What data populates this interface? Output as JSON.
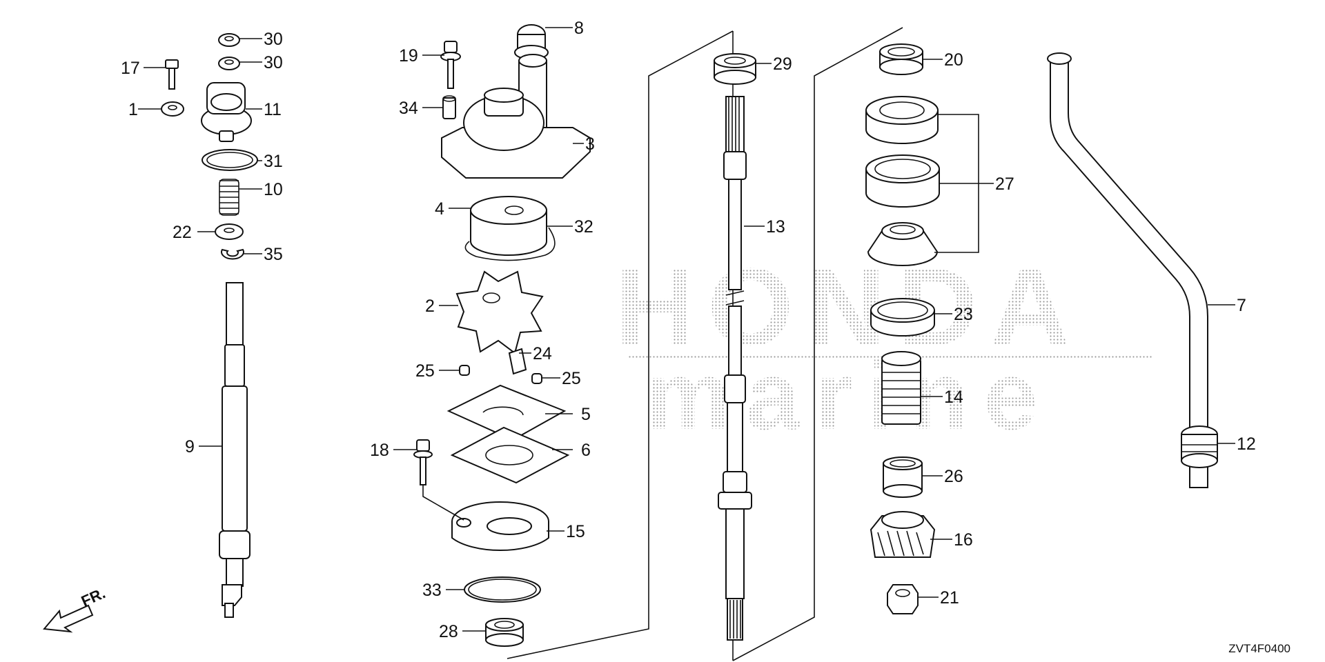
{
  "watermark": {
    "line1": "HONDA",
    "line2": "marine"
  },
  "diagram_code": "ZVT4F0400",
  "direction_label": "FR.",
  "callouts": [
    {
      "id": "c30a",
      "text": "30"
    },
    {
      "id": "c30b",
      "text": "30"
    },
    {
      "id": "c17",
      "text": "17"
    },
    {
      "id": "c1",
      "text": "1"
    },
    {
      "id": "c11",
      "text": "11"
    },
    {
      "id": "c31",
      "text": "31"
    },
    {
      "id": "c10",
      "text": "10"
    },
    {
      "id": "c22",
      "text": "22"
    },
    {
      "id": "c35",
      "text": "35"
    },
    {
      "id": "c9",
      "text": "9"
    },
    {
      "id": "c19",
      "text": "19"
    },
    {
      "id": "c8",
      "text": "8"
    },
    {
      "id": "c34",
      "text": "34"
    },
    {
      "id": "c3",
      "text": "3"
    },
    {
      "id": "c4",
      "text": "4"
    },
    {
      "id": "c32",
      "text": "32"
    },
    {
      "id": "c2",
      "text": "2"
    },
    {
      "id": "c24",
      "text": "24"
    },
    {
      "id": "c25a",
      "text": "25"
    },
    {
      "id": "c25b",
      "text": "25"
    },
    {
      "id": "c5",
      "text": "5"
    },
    {
      "id": "c18",
      "text": "18"
    },
    {
      "id": "c6",
      "text": "6"
    },
    {
      "id": "c15",
      "text": "15"
    },
    {
      "id": "c33",
      "text": "33"
    },
    {
      "id": "c28",
      "text": "28"
    },
    {
      "id": "c29",
      "text": "29"
    },
    {
      "id": "c13",
      "text": "13"
    },
    {
      "id": "c20",
      "text": "20"
    },
    {
      "id": "c27",
      "text": "27"
    },
    {
      "id": "c23",
      "text": "23"
    },
    {
      "id": "c14",
      "text": "14"
    },
    {
      "id": "c26",
      "text": "26"
    },
    {
      "id": "c16",
      "text": "16"
    },
    {
      "id": "c21",
      "text": "21"
    },
    {
      "id": "c7",
      "text": "7"
    },
    {
      "id": "c12",
      "text": "12"
    }
  ]
}
